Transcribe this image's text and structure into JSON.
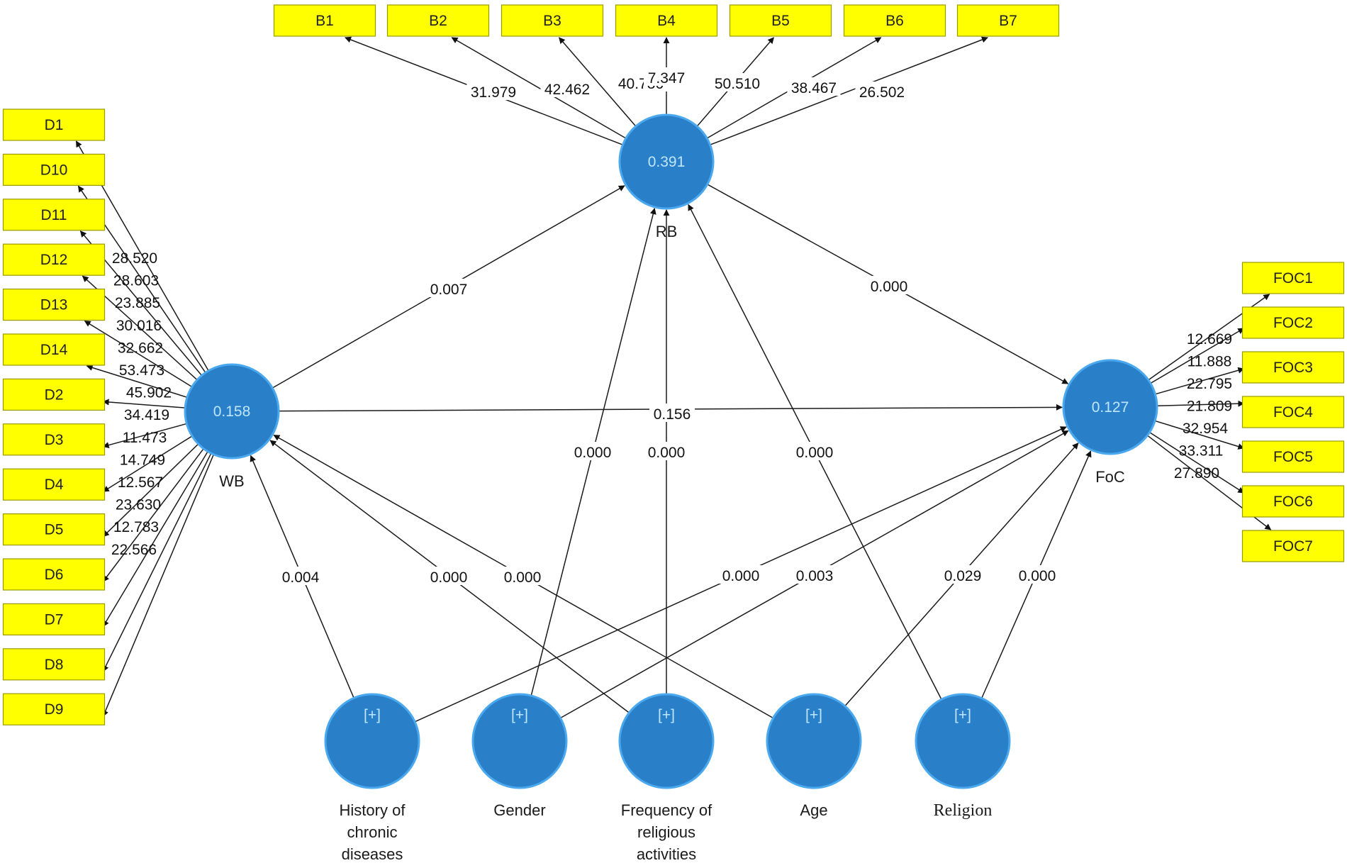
{
  "latents": {
    "RB": {
      "name": "RB",
      "value": "0.391"
    },
    "WB": {
      "name": "WB",
      "value": "0.158"
    },
    "FoC": {
      "name": "FoC",
      "value": "0.127"
    },
    "HCD": {
      "name": [
        "History of",
        "chronic",
        "diseases"
      ],
      "value": "[+]"
    },
    "GEN": {
      "name": [
        "Gender"
      ],
      "value": "[+]"
    },
    "FRA": {
      "name": [
        "Frequency of",
        "religious",
        "activities"
      ],
      "value": "[+]"
    },
    "AGE": {
      "name": [
        "Age"
      ],
      "value": "[+]"
    },
    "REL": {
      "name": [
        "Religion"
      ],
      "value": "[+]"
    }
  },
  "indicators": {
    "B": [
      "B1",
      "B2",
      "B3",
      "B4",
      "B5",
      "B6",
      "B7"
    ],
    "D": [
      "D1",
      "D10",
      "D11",
      "D12",
      "D13",
      "D14",
      "D2",
      "D3",
      "D4",
      "D5",
      "D6",
      "D7",
      "D8",
      "D9"
    ],
    "FOC": [
      "FOC1",
      "FOC2",
      "FOC3",
      "FOC4",
      "FOC5",
      "FOC6",
      "FOC7"
    ]
  },
  "loadings": {
    "B": [
      "31.979",
      "42.462",
      "40.736",
      "7.347",
      "50.510",
      "38.467",
      "26.502"
    ],
    "D": [
      "28.520",
      "28.603",
      "23.885",
      "30.016",
      "32.662",
      "53.473",
      "45.902",
      "34.419",
      "11.473",
      "14.749",
      "12.567",
      "23.630",
      "12.783",
      "22.566"
    ],
    "FOC": [
      "12.669",
      "11.888",
      "22.795",
      "21.809",
      "32.954",
      "33.311",
      "27.890"
    ]
  },
  "paths": [
    {
      "from": "WB",
      "to": "RB",
      "label": "0.007"
    },
    {
      "from": "RB",
      "to": "FoC",
      "label": "0.000"
    },
    {
      "from": "WB",
      "to": "FoC",
      "label": "0.156"
    },
    {
      "from": "GEN",
      "to": "RB",
      "label": "0.000"
    },
    {
      "from": "FRA",
      "to": "RB",
      "label": "0.000"
    },
    {
      "from": "REL",
      "to": "RB",
      "label": "0.000"
    },
    {
      "from": "HCD",
      "to": "WB",
      "label": "0.004"
    },
    {
      "from": "FRA",
      "to": "WB",
      "label": "0.000"
    },
    {
      "from": "AGE",
      "to": "WB",
      "label": "0.000"
    },
    {
      "from": "HCD",
      "to": "FoC",
      "label": "0.000"
    },
    {
      "from": "GEN",
      "to": "FoC",
      "label": "0.003"
    },
    {
      "from": "AGE",
      "to": "FoC",
      "label": "0.029"
    },
    {
      "from": "REL",
      "to": "FoC",
      "label": "0.000"
    }
  ],
  "colors": {
    "latent_fill": "#2a7fc9",
    "latent_stroke": "#4aa8ee",
    "indicator_fill": "#ffff00",
    "line": "#1a1a1a"
  }
}
